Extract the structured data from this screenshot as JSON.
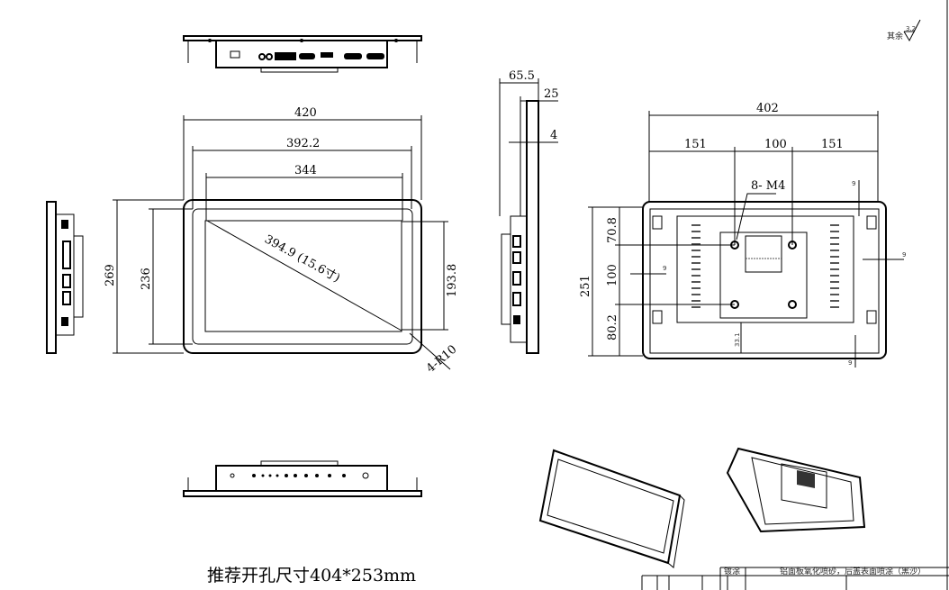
{
  "surface_note": {
    "label": "其余",
    "roughness": "3.2"
  },
  "front_view": {
    "width_outer": "420",
    "width_bezel": "392.2",
    "width_screen": "344",
    "height_outer": "269",
    "height_bezel": "236",
    "height_screen": "193.8",
    "diagonal": "394.9 (15.6寸)",
    "corner_radius": "4-R10"
  },
  "side_view": {
    "depth_total": "65.5",
    "depth_panel": "25",
    "bezel_thickness": "4"
  },
  "back_view": {
    "width": "402",
    "left_spacing": "151",
    "center_spacing": "100",
    "right_spacing": "151",
    "screw_spec": "8- M4",
    "height": "251",
    "top_spacing": "70.8",
    "middle_spacing": "100",
    "bottom_spacing": "80.2",
    "edge_left": "9",
    "edge_right": "9",
    "edge_top": "9",
    "edge_bottom": "9",
    "bottom_offset": "33.1"
  },
  "cutout_note": "推荐开孔尺寸404*253mm",
  "title_block": {
    "coating_label": "镀涂",
    "coating_value": "铝面板氧化喷砂，后盖表面喷涂（黑沙）"
  }
}
